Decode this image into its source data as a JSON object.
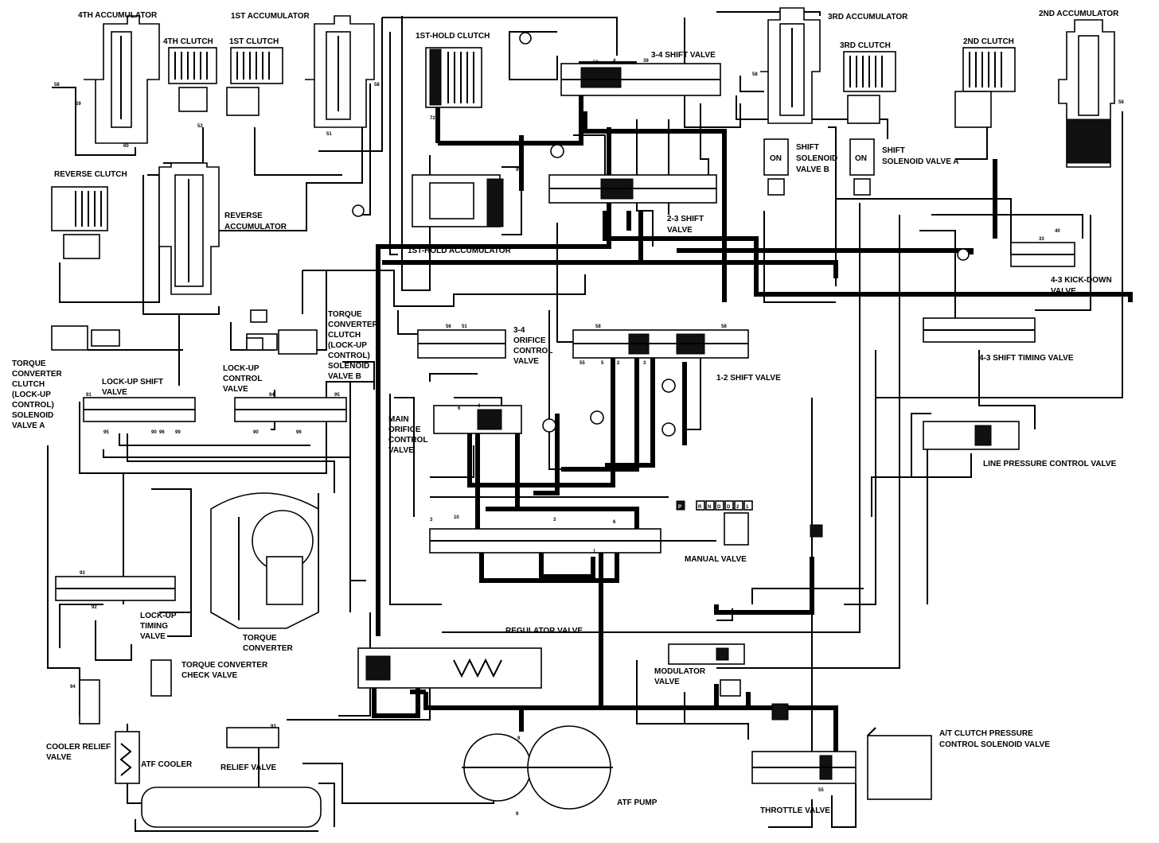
{
  "labels": {
    "acc4": "4TH ACCUMULATOR",
    "acc1": "1ST ACCUMULATOR",
    "acc3": "3RD ACCUMULATOR",
    "acc2": "2ND ACCUMULATOR",
    "clutch4": "4TH CLUTCH",
    "clutch1": "1ST CLUTCH",
    "clutch3": "3RD CLUTCH",
    "clutch2": "2ND  CLUTCH",
    "hold_clutch": "1ST-HOLD CLUTCH",
    "hold_acc": "1ST-HOLD ACCUMULATOR",
    "shift34": "3-4 SHIFT VALVE",
    "shift23_1": "2-3 SHIFT",
    "shift23_2": "VALVE",
    "shift12": "1-2 SHIFT VALVE",
    "sol_b_1": "SHIFT",
    "sol_b_2": "SOLENOID",
    "sol_b_3": "VALVE B",
    "sol_a_1": "SHIFT",
    "sol_a_2": "SOLENOID VALVE A",
    "on": "ON",
    "rev_clutch": "REVERSE CLUTCH",
    "rev_acc_1": "REVERSE",
    "rev_acc_2": "ACCUMULATOR",
    "kickdown_1": "4-3 KICK-DOWN",
    "kickdown_2": "VALVE",
    "timing43": "4-3 SHIFT TIMING VALVE",
    "tc_b": [
      "TORQUE",
      "CONVERTER",
      "CLUTCH",
      "(LOCK-UP",
      "CONTROL)",
      "SOLENOID",
      "VALVE B"
    ],
    "tc_a": [
      "TORQUE",
      "CONVERTER",
      "CLUTCH",
      "(LOCK-UP",
      "CONTROL)",
      "SOLENOID",
      "VALVE A"
    ],
    "orifice34": [
      "3-4",
      "ORIFICE",
      "CONTROL",
      "VALVE"
    ],
    "lockup_shift": [
      "LOCK-UP SHIFT",
      "VALVE"
    ],
    "lockup_control": [
      "LOCK-UP",
      "CONTROL",
      "VALVE"
    ],
    "main_orifice": [
      "MAIN",
      "ORIFICE",
      "CONTROL",
      "VALVE"
    ],
    "line_pressure": "LINE PRESSURE CONTROL VALVE",
    "manual": "MANUAL VALVE",
    "lockup_timing": [
      "LOCK-UP",
      "TIMING",
      "VALVE"
    ],
    "torque_conv": [
      "TORQUE",
      "CONVERTER"
    ],
    "regulator": "REGULATOR VALVE",
    "modulator": [
      "MODULATOR",
      "VALVE"
    ],
    "tc_check": [
      "TORQUE CONVERTER",
      "CHECK VALVE"
    ],
    "cooler_relief": [
      "COOLER RELIEF",
      "VALVE"
    ],
    "atf_cooler": "ATF COOLER",
    "relief": "RELIEF VALVE",
    "atf_pump": "ATF PUMP",
    "at_clutch": [
      "A/T CLUTCH PRESSURE",
      "CONTROL SOLENOID VALVE"
    ],
    "throttle": "THROTTLE  VALVE",
    "gear_positions": [
      "P",
      "R",
      "N",
      "D",
      "D",
      "2",
      "1"
    ]
  },
  "port_numbers": [
    "58",
    "58",
    "59",
    "60",
    "52",
    "51",
    "58",
    "58",
    "72",
    "99",
    "4",
    "58",
    "39",
    "51",
    "56",
    "58",
    "58",
    "55",
    "2",
    "5",
    "3",
    "3",
    "1",
    "6",
    "6",
    "4",
    "91",
    "90",
    "95",
    "96",
    "99",
    "90",
    "94",
    "96",
    "95",
    "3",
    "10",
    "93",
    "94",
    "92",
    "93",
    "9",
    "55",
    "9",
    "33",
    "40"
  ]
}
